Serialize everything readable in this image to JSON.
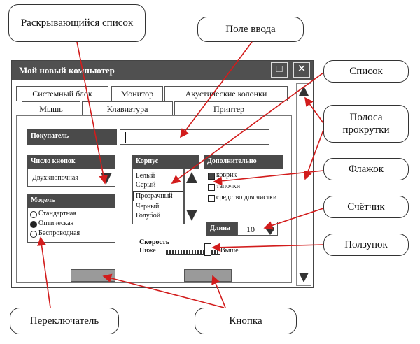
{
  "window": {
    "title": "Мой новый компьютер",
    "max_glyph": "□",
    "close_glyph": "✕"
  },
  "tabs_row1": [
    "Системный блок",
    "Монитор",
    "Акустические колонки"
  ],
  "tabs_row2": [
    "Мышь",
    "Клавиатура",
    "Принтер"
  ],
  "buyer": {
    "label": "Покупатель",
    "value": ""
  },
  "buttons_count": {
    "label": "Число кнопок",
    "value": "Двухкнопочная"
  },
  "body": {
    "label": "Корпус",
    "items": [
      "Белый",
      "Серый",
      "Прозрачный",
      "Черный",
      "Голубой"
    ],
    "selected": "Прозрачный"
  },
  "extra": {
    "label": "Дополнительно",
    "options": [
      {
        "label": "коврик",
        "checked": true
      },
      {
        "label": "тапочки",
        "checked": false
      },
      {
        "label": "средство для чистки",
        "checked": false
      }
    ]
  },
  "model": {
    "label": "Модель",
    "options": [
      {
        "label": "Стандартная",
        "selected": false
      },
      {
        "label": "Оптическая",
        "selected": true
      },
      {
        "label": "Беспроводная",
        "selected": false
      }
    ]
  },
  "length": {
    "label": "Длина",
    "value": "10"
  },
  "speed": {
    "label": "Скорость",
    "low": "Ниже",
    "high": "Выше",
    "level": 0.78
  },
  "callouts": {
    "dropdown": "Раскрывающийся список",
    "input": "Поле ввода",
    "list": "Список",
    "scrollbar": "Полоса прокрутки",
    "checkbox": "Флажок",
    "counter": "Счётчик",
    "slider": "Ползунок",
    "radio": "Переключатель",
    "button": "Кнопка"
  }
}
